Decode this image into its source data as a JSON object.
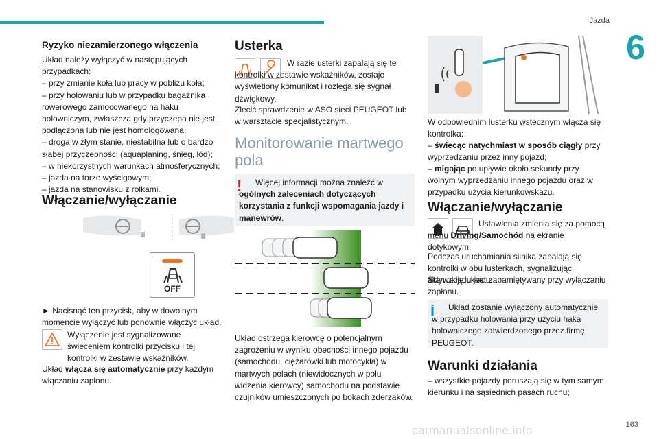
{
  "header": {
    "section": "Jazda",
    "chapter": "6",
    "page": "163"
  },
  "watermark": "carmanualsonline.info",
  "col1": {
    "h_risk": "Ryzyko niezamierzonego włączenia",
    "risk_text": "Układ należy wyłączyć w następujących przypadkach:",
    "risk_items": [
      "– przy zmianie koła lub pracy w pobliżu koła;",
      "– przy holowaniu lub w przypadku bagażnika rowerowego zamocowanego na haku holowniczym, zwłaszcza gdy przyczepa nie jest podłączona lub nie jest homologowana;",
      "– droga w złym stanie, niestabilna lub o bardzo słabej przyczepności (aquaplaning, śnieg, lód);",
      "– w niekorzystnych warunkach atmosferycznych;",
      "– jazda na torze wyścigowym;",
      "– jazda na stanowisku z rolkami."
    ],
    "h_onoff": "Włączanie/wyłączanie",
    "button_label": "OFF",
    "press_text": "► Nacisnąć ten przycisk, aby w dowolnym momencie wyłączyć lub ponownie włączyć układ.",
    "off_text": "Wyłączenie jest sygnalizowane świeceniem kontrolki przycisku i tej kontrolki w zestawie wskaźników.",
    "auto_pre": "Układ ",
    "auto_bold": "włącza się automatycznie",
    "auto_post": " przy każdym włączaniu zapłonu."
  },
  "col2": {
    "h_fault": "Usterka",
    "fault_text": "W razie usterki zapalają się te kontrolki w zestawie wskaźników, zostaje wyświetlony komunikat i rozlega się sygnał dźwiękowy.",
    "fault_text2": "Zlecić sprawdzenie w ASO sieci PEUGEOT lub w warsztacie specjalistycznym.",
    "h_monitor": "Monitorowanie martwego pola",
    "note_pre": "Więcej informacji można znaleźć w ",
    "note_bold": "ogólnych zaleceniach dotyczących korzystania z funkcji wspomagania jazdy i manewrów",
    "note_post": ".",
    "warn_text": "Układ ostrzega kierowcę o potencjalnym zagrożeniu w wyniku obecności innego pojazdu (samochodu, ciężarówki lub motocykla) w martwych polach (niewidocznych w polu widzenia kierowcy) samochodu na podstawie czujników umieszczonych po bokach zderzaków."
  },
  "col3": {
    "mirror_text": "W odpowiednim lusterku wstecznym włącza się kontrolka:",
    "item1_bold": "świecąc natychmiast w sposób ciągły",
    "item1_post": " przy wyprzedzaniu przez inny pojazd;",
    "item2_bold": "migając",
    "item2_post": " po upływie około sekundy przy wolnym wyprzedzaniu innego pojazdu oraz w przypadku użycia kierunkowskazu.",
    "h_onoff": "Włączanie/wyłączanie",
    "settings_pre": "Ustawienia zmienia się za pomocą menu ",
    "settings_bold": "Driving/Samochód",
    "settings_post": " na ekranie dotykowym.",
    "start_text": "Podczas uruchamiania silnika zapalają się kontrolki w obu lusterkach, sygnalizując aktywację układu.",
    "state_text": "Stan układu jest zapamiętywany przy wyłączaniu zapłonu.",
    "info_text": "Układ zostanie wyłączony automatycznie w przypadku holowania przy użyciu haka holowniczego zatwierdzonego przez firmę PEUGEOT.",
    "h_conditions": "Warunki działania",
    "cond1": "– wszystkie pojazdy poruszają się w tym samym kierunku i na sąsiednich pasach ruchu;"
  },
  "colors": {
    "accent": "#1ba3a9",
    "warning": "#e3171f",
    "info": "#0092d4",
    "indicator": "#f0732a"
  }
}
